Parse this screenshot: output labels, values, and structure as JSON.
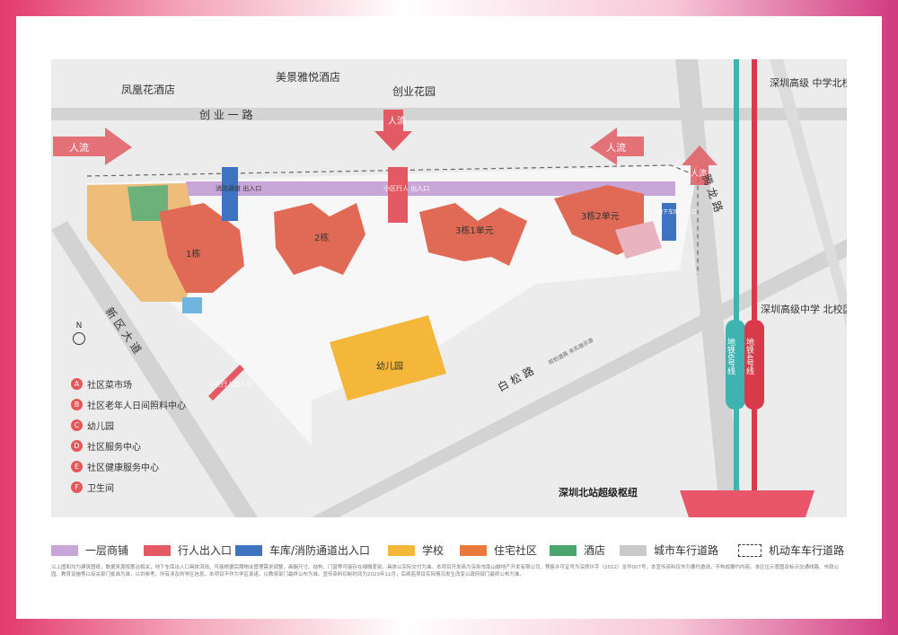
{
  "map": {
    "roads": {
      "chuangye": "创 业 一 路",
      "tenglong": "腾 龙 路",
      "xinqu": "新 区 大 道",
      "baisong": "白 松 路",
      "baisong_note": "规划道路\n未实施示意"
    },
    "hotels": {
      "fenghuang": "凤凰花酒店",
      "meijing": "美景雅悦酒店"
    },
    "community_chuangye": "创业花园",
    "school_north": "深圳高级\n中学北校区",
    "school_north_new": "深圳高级中学\n北校区新园",
    "metro_line6": "地铁6号线",
    "metro_line4": "地铁4号线",
    "hub": "深圳北站超级枢纽",
    "pedestrian_flow": "人流",
    "gates": {
      "fire_access": "消防通道\n出入口",
      "community_ped": "小区行人\n出入口",
      "garage": "地下车库\n出入口",
      "ped_southwest": "小区行人出入口"
    },
    "buildings": {
      "b1": "1栋",
      "b2": "2栋",
      "b3u1": "3栋1单元",
      "b3u2": "3栋2单元",
      "kindergarten": "幼儿园"
    }
  },
  "compass": "N",
  "facility_key": [
    {
      "letter": "A",
      "label": "社区菜市场"
    },
    {
      "letter": "B",
      "label": "社区老年人日间照料中心"
    },
    {
      "letter": "C",
      "label": "幼儿园"
    },
    {
      "letter": "D",
      "label": "社区服务中心"
    },
    {
      "letter": "E",
      "label": "社区健康服务中心"
    },
    {
      "letter": "F",
      "label": "卫生间"
    }
  ],
  "legend": [
    {
      "label": "一层商铺",
      "color": "#c9a6d8"
    },
    {
      "label": "行人出入口",
      "color": "#e35a64"
    },
    {
      "label": "车库/消防通道出入口",
      "color": "#3d73c0"
    },
    {
      "label": "学校",
      "color": "#f4b73a"
    },
    {
      "label": "住宅社区",
      "color": "#e8793a"
    },
    {
      "label": "酒店",
      "color": "#4aa56c"
    },
    {
      "label": "城市车行道路",
      "color": "#c9c9c9"
    },
    {
      "label": "机动车车行道路",
      "color": "#ffffff"
    }
  ],
  "disclaimer": "以上图和均为建筑图纸，数据来源按惠治相关，地下车库出入口具体流线，可能根据后期物业管理需求调整，画橱尺寸、结构、门窗等可能存在细微差别，具体以实际交付为准。本项目开发商为深圳市南山融地产开发有限公司，预售许可证号为深房许字（2022）龙华007号，本宣传资料仅作为要约邀请，不构成要约内容。本区位示意图及标示交通线路、市政公园、教育设施等以有关部门批准为准，以供参考。所有涉及的学区信息，本项目不作为学区承诺，以教育部门最终公布为准。宣传资料印制时间为2023年11月，后续若项目实际情况发生改变以政府部门最终公布为准。"
}
